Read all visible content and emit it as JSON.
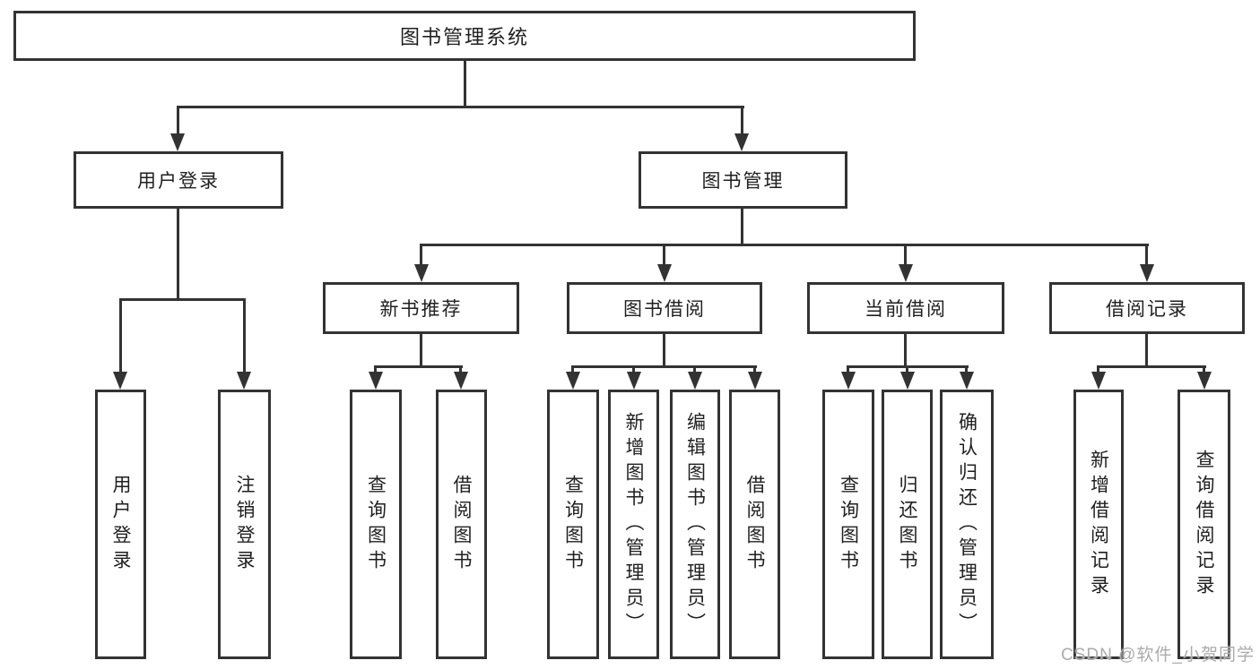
{
  "title": "图书管理系统",
  "watermark": "CSDN @软件_小贺同学",
  "colors": {
    "line": "#333333",
    "text": "#1f1f1f",
    "watermark": "#ababab"
  },
  "tree": {
    "user_login": {
      "label": "用户登录",
      "children": [
        "用户登录",
        "注销登录"
      ]
    },
    "book_mgmt": {
      "label": "图书管理",
      "sections": [
        {
          "label": "新书推荐",
          "children": [
            "查询图书",
            "借阅图书"
          ]
        },
        {
          "label": "图书借阅",
          "children": [
            "查询图书",
            "新增图书（管理员）",
            "编辑图书（管理员）",
            "借阅图书"
          ]
        },
        {
          "label": "当前借阅",
          "children": [
            "查询图书",
            "归还图书",
            "确认归还（管理员）"
          ]
        },
        {
          "label": "借阅记录",
          "children": [
            "新增借阅记录",
            "查询借阅记录"
          ]
        }
      ]
    }
  }
}
